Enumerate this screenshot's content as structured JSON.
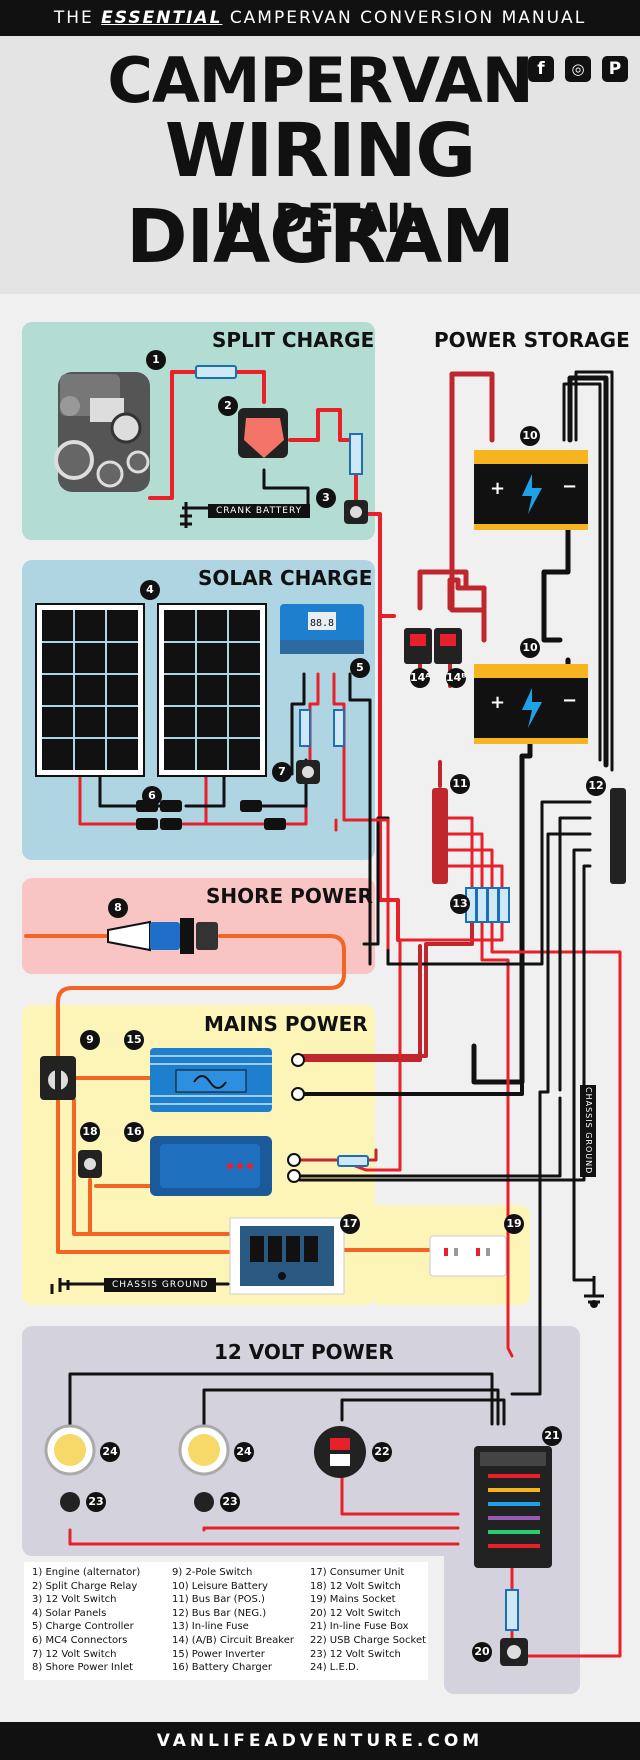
{
  "header": {
    "banner_prefix": "THE",
    "banner_emphasis": "ESSENTIAL",
    "banner_suffix": "CAMPERVAN CONVERSION MANUAL",
    "title_line1": "CAMPERVAN",
    "title_line2": "WIRING DIAGRAM",
    "title_line3": "IN DETAIL",
    "social": {
      "facebook": "f",
      "instagram": "◎",
      "pinterest": "P"
    }
  },
  "sections": {
    "split_charge": "SPLIT CHARGE",
    "power_storage": "POWER STORAGE",
    "solar_charge": "SOLAR CHARGE",
    "shore_power": "SHORE POWER",
    "mains_power": "MAINS POWER",
    "twelve_volt": "12 VOLT POWER"
  },
  "labels": {
    "crank_battery": "CRANK BATTERY",
    "chassis_ground": "CHASSIS GROUND",
    "chassis_ground_vertical": "CHASSIS GROUND",
    "controller_display": "88.8"
  },
  "markers": {
    "m1": "1",
    "m2": "2",
    "m3": "3",
    "m4": "4",
    "m5": "5",
    "m6": "6",
    "m7": "7",
    "m8": "8",
    "m9": "9",
    "m10a": "10",
    "m10b": "10",
    "m11": "11",
    "m12": "12",
    "m13": "13",
    "m14a": "14ᴬ",
    "m14b": "14ᴮ",
    "m15": "15",
    "m16": "16",
    "m17": "17",
    "m18": "18",
    "m19": "19",
    "m20": "20",
    "m21": "21",
    "m22": "22",
    "m23a": "23",
    "m23b": "23",
    "m24a": "24",
    "m24b": "24"
  },
  "legend": {
    "col1": [
      "1) Engine (alternator)",
      "2) Split Charge Relay",
      "3) 12 Volt Switch",
      "4) Solar Panels",
      "5) Charge Controller",
      "6) MC4 Connectors",
      "7) 12 Volt Switch",
      "8) Shore Power Inlet"
    ],
    "col2": [
      "9) 2-Pole Switch",
      "10) Leisure Battery",
      "11) Bus Bar (POS.)",
      "12) Bus Bar (NEG.)",
      "13) In-line Fuse",
      "14) (A/B) Circuit Breaker",
      "15) Power Inverter",
      "16) Battery Charger"
    ],
    "col3": [
      "17) Consumer Unit",
      "18) 12 Volt Switch",
      "19) Mains Socket",
      "20) 12 Volt Switch",
      "21) In-line Fuse Box",
      "22) USB Charge Socket",
      "23) 12 Volt Switch",
      "24) L.E.D."
    ]
  },
  "footer": {
    "site": "VANLIFEADVENTURE.COM"
  },
  "colors": {
    "positive": "#e8202a",
    "negative": "#111111",
    "ac": "#f26522",
    "split_bg": "#b3ddd2",
    "solar_bg": "#b0d5e2",
    "shore_bg": "#f8c4c4",
    "mains_bg": "#fdf5b8",
    "volt_bg": "#d3d2dd"
  }
}
